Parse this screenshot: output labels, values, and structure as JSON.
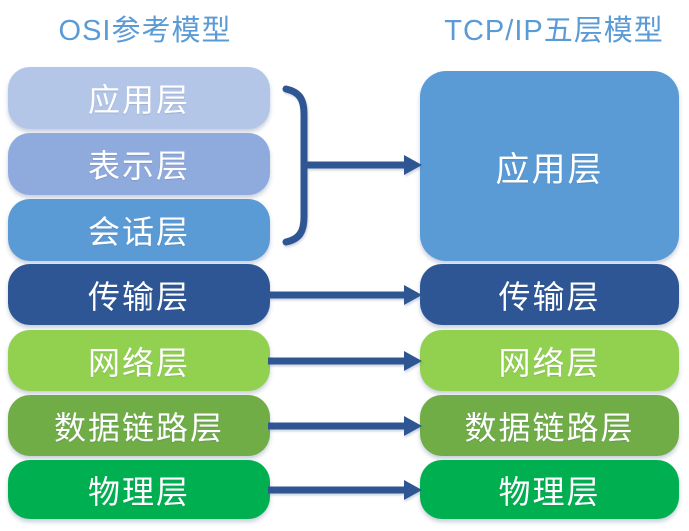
{
  "titles": {
    "left": "OSI参考模型",
    "right": "TCP/IP五层模型"
  },
  "colors": {
    "title": "#5B9BD5",
    "layer_text": "#FFFFFF",
    "connector": "#2E5693",
    "background": "#FFFFFF"
  },
  "osi_layers": [
    {
      "label": "应用层",
      "color": "#B4C6E7"
    },
    {
      "label": "表示层",
      "color": "#8FAADC"
    },
    {
      "label": "会话层",
      "color": "#5B9BD5"
    },
    {
      "label": "传输层",
      "color": "#2E5694"
    },
    {
      "label": "网络层",
      "color": "#92D050"
    },
    {
      "label": "数据链路层",
      "color": "#70AD47"
    },
    {
      "label": "物理层",
      "color": "#00B050"
    }
  ],
  "tcpip_layers": [
    {
      "label": "应用层",
      "color": "#5B9BD5"
    },
    {
      "label": "传输层",
      "color": "#2E5694"
    },
    {
      "label": "网络层",
      "color": "#92D050"
    },
    {
      "label": "数据链路层",
      "color": "#70AD47"
    },
    {
      "label": "物理层",
      "color": "#00B050"
    }
  ],
  "mappings": [
    {
      "from": "应用层+表示层+会话层",
      "to": "应用层"
    },
    {
      "from": "传输层",
      "to": "传输层"
    },
    {
      "from": "网络层",
      "to": "网络层"
    },
    {
      "from": "数据链路层",
      "to": "数据链路层"
    },
    {
      "from": "物理层",
      "to": "物理层"
    }
  ]
}
